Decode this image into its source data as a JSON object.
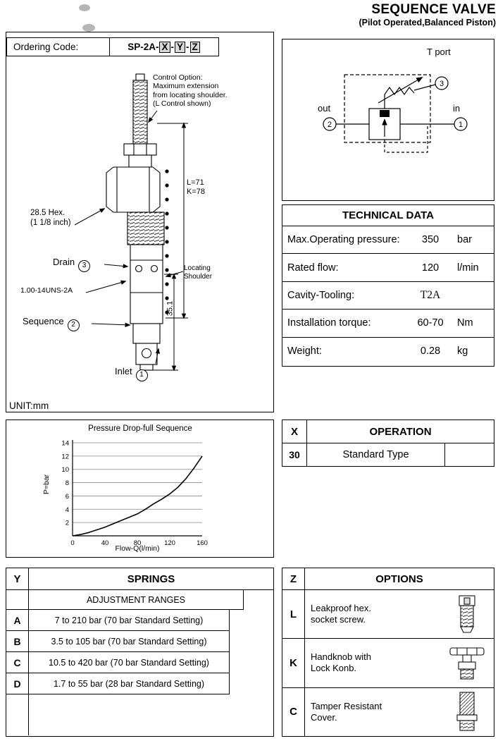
{
  "header": {
    "title": "SEQUENCE VALVE",
    "subtitle": "(Pilot Operated,Balanced Piston)"
  },
  "ordering": {
    "label": "Ordering Code:",
    "prefix": "SP-2A-",
    "sep": "-",
    "x": "X",
    "y": "Y",
    "z": "Z",
    "unit": "UNIT:mm"
  },
  "drawing": {
    "control_option": "Control Option:\nMaximum extension\nfrom locating shoulder.\n(L Control shown)",
    "hex": "28.5 Hex.\n(1 1/8 inch)",
    "drain": "Drain",
    "drain_port": "3",
    "thread": "1.00-14UNS-2A",
    "sequence": "Sequence",
    "sequence_port": "2",
    "inlet": "Inlet",
    "inlet_port": "1",
    "length": "L=71\nK=78",
    "locating": "Locating\nShoulder",
    "dim": "35.1"
  },
  "symbol": {
    "t_port_label": "T port",
    "t_port": "3",
    "out_label": "out",
    "out_port": "2",
    "in_label": "in",
    "in_port": "1"
  },
  "technical_data": {
    "title": "TECHNICAL DATA",
    "rows": [
      {
        "label": "Max.Operating pressure:",
        "value": "350",
        "unit": "bar"
      },
      {
        "label": "Rated flow:",
        "value": "120",
        "unit": "l/min"
      },
      {
        "label": "Cavity-Tooling:",
        "value": "T2A",
        "unit": ""
      },
      {
        "label": "Installation torque:",
        "value": "60-70",
        "unit": "Nm"
      },
      {
        "label": "Weight:",
        "value": "0.28",
        "unit": "kg"
      }
    ]
  },
  "operation": {
    "col": "X",
    "title": "OPERATION",
    "rows": [
      {
        "code": "30",
        "label": "Standard Type"
      }
    ]
  },
  "springs": {
    "col": "Y",
    "title": "SPRINGS",
    "subtitle": "ADJUSTMENT RANGES",
    "rows": [
      {
        "code": "A",
        "text": "7 to 210 bar (70 bar Standard Setting)"
      },
      {
        "code": "B",
        "text": "3.5 to 105 bar (70 bar Standard Setting)"
      },
      {
        "code": "C",
        "text": "10.5 to 420 bar (70 bar Standard Setting)"
      },
      {
        "code": "D",
        "text": "1.7 to 55 bar (28 bar Standard Setting)"
      }
    ]
  },
  "options": {
    "col": "Z",
    "title": "OPTIONS",
    "rows": [
      {
        "code": "L",
        "text": "Leakproof hex.\nsocket screw.",
        "icon": "hex-socket-screw-icon"
      },
      {
        "code": "K",
        "text": "Handknob with\nLock Konb.",
        "icon": "handknob-icon"
      },
      {
        "code": "C",
        "text": "Tamper Resistant\nCover.",
        "icon": "tamper-cover-icon"
      }
    ]
  },
  "chart_data": {
    "type": "line",
    "title": "Pressure Drop-full Sequence",
    "xlabel": "Flow-Q(l/min)",
    "ylabel": "P=bar",
    "xlim": [
      0,
      160
    ],
    "ylim": [
      0,
      14
    ],
    "xticks": [
      0,
      40,
      80,
      120,
      160
    ],
    "yticks": [
      0,
      2,
      4,
      6,
      8,
      10,
      12,
      14
    ],
    "grid": "horizontal",
    "legend": "none",
    "series": [
      {
        "name": "Pressure Drop",
        "x": [
          0,
          10,
          20,
          30,
          40,
          50,
          60,
          70,
          80,
          90,
          100,
          110,
          120,
          130,
          140,
          150,
          160
        ],
        "y": [
          0,
          0.2,
          0.5,
          0.9,
          1.3,
          1.8,
          2.3,
          2.8,
          3.3,
          4.0,
          4.8,
          5.5,
          6.3,
          7.3,
          8.6,
          10.2,
          12.0
        ]
      }
    ]
  }
}
